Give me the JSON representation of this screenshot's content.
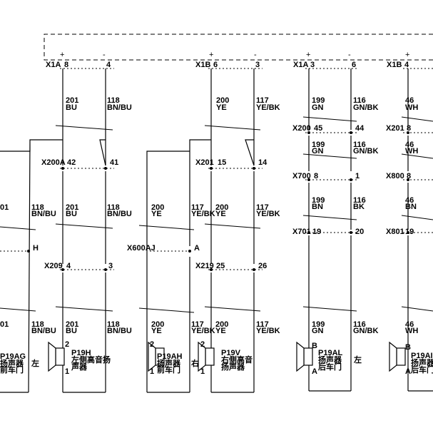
{
  "top_connector": {
    "plus": "+",
    "minus": "-",
    "pins": [
      {
        "conn": "X1A",
        "left": "8",
        "right": "4"
      },
      {
        "conn": "X1B",
        "left": "6",
        "right": "3"
      },
      {
        "conn": "X1A",
        "left": "3",
        "right": "6"
      },
      {
        "conn": "X1B",
        "left": "4",
        "right": ""
      }
    ]
  },
  "wires_top": [
    {
      "num_l": "201",
      "col_l": "BU",
      "num_r": "118",
      "col_r": "BN/BU"
    },
    {
      "num_l": "200",
      "col_l": "YE",
      "num_r": "117",
      "col_r": "YE/BK"
    },
    {
      "num_l": "199",
      "col_l": "GN",
      "num_r": "116",
      "col_r": "GN/BK"
    },
    {
      "num_l": "46",
      "col_l": "WH",
      "num_r": "",
      "col_r": ""
    }
  ],
  "connectors_row2": [
    {
      "name": "X200A",
      "left": "42",
      "right": "41"
    },
    {
      "name": "X201",
      "left": "15",
      "right": "14"
    },
    {
      "name": "X200",
      "left": "45",
      "right": "44"
    },
    {
      "name": "X201",
      "left": "8",
      "right": ""
    }
  ],
  "wires_mid3": [
    {
      "num_l": "199",
      "col_l": "GN",
      "num_r": "116",
      "col_r": "GN/BK"
    },
    {
      "num_l": "46",
      "col_l": "WH",
      "num_r": "",
      "col_r": ""
    }
  ],
  "connectors_row3": [
    {
      "name": "X700",
      "left": "8",
      "right": "1"
    },
    {
      "name": "X800",
      "left": "8",
      "right": ""
    }
  ],
  "wires_row4": [
    {
      "num_l": "01",
      "col_l": "",
      "num_r": "118",
      "col_r": "BN/BU"
    },
    {
      "num_l": "201",
      "col_l": "BU",
      "num_r": "118",
      "col_r": "BN/BU"
    },
    {
      "num_l": "200",
      "col_l": "YE",
      "num_r": "117",
      "col_r": "YE/BK"
    },
    {
      "num_l": "200",
      "col_l": "YE",
      "num_r": "117",
      "col_r": "YE/BK"
    },
    {
      "num_l": "199",
      "col_l": "BN",
      "num_r": "116",
      "col_r": "BK"
    },
    {
      "num_l": "46",
      "col_l": "BN",
      "num_r": "",
      "col_r": ""
    }
  ],
  "connectors_row4": [
    {
      "name": "X701",
      "left": "19",
      "right": "20"
    },
    {
      "name": "X801",
      "left": "19",
      "right": ""
    }
  ],
  "pin_h": "H",
  "connectors_row5": [
    {
      "name": "X209",
      "left": "4",
      "right": "3"
    },
    {
      "name": "X600AJ",
      "left": "",
      "right": "A"
    },
    {
      "name": "X219",
      "left": "25",
      "right": "26"
    }
  ],
  "wires_bottom": [
    {
      "num_l": "01",
      "col_l": "",
      "num_r": "118",
      "col_r": "BN/BU"
    },
    {
      "num_l": "201",
      "col_l": "BU",
      "num_r": "118",
      "col_r": "BN/BU"
    },
    {
      "num_l": "200",
      "col_l": "YE",
      "num_r": "117",
      "col_r": "YE/BK"
    },
    {
      "num_l": "200",
      "col_l": "YE",
      "num_r": "117",
      "col_r": "YE/BK"
    },
    {
      "num_l": "199",
      "col_l": "GN",
      "num_r": "116",
      "col_r": "GN/BK"
    },
    {
      "num_l": "46",
      "col_l": "WH",
      "num_r": "",
      "col_r": ""
    }
  ],
  "speakers": [
    {
      "code": "P19AG",
      "name1": "扬声器",
      "name2": "前车门",
      "side": "左",
      "pin_top": "",
      "pin_bot": ""
    },
    {
      "code": "P19H",
      "name1": "左侧高音扬",
      "name2": "声器",
      "side": "",
      "pin_top": "2",
      "pin_bot": "1"
    },
    {
      "code": "P19AH",
      "name1": "扬声器",
      "name2": "前车门",
      "side": "右",
      "pin_top": "2",
      "pin_bot": "1"
    },
    {
      "code": "P19V",
      "name1": "右侧高音",
      "name2": "扬声器",
      "side": "",
      "pin_top": "2",
      "pin_bot": "1"
    },
    {
      "code": "P19AL",
      "name1": "扬声器",
      "name2": "后车门",
      "side": "左",
      "pin_top": "B",
      "pin_bot": "A"
    },
    {
      "code": "P19AI",
      "name1": "扬声器",
      "name2": "后车门",
      "side": "",
      "pin_top": "B",
      "pin_bot": "A"
    }
  ]
}
